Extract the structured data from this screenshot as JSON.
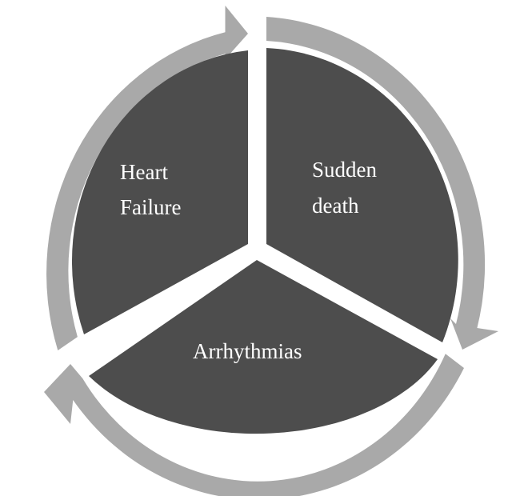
{
  "segments": [
    {
      "id": "heart-failure",
      "lines": [
        "Heart",
        "Failure"
      ]
    },
    {
      "id": "sudden-death",
      "lines": [
        "Sudden",
        "death"
      ]
    },
    {
      "id": "arrhythmias",
      "lines": [
        "Arrhythmias"
      ]
    }
  ],
  "colors": {
    "segment_fill": "#4d4d4d",
    "ring_arrow": "#a9a9a9",
    "label_text": "#ffffff",
    "background": "#ffffff"
  }
}
